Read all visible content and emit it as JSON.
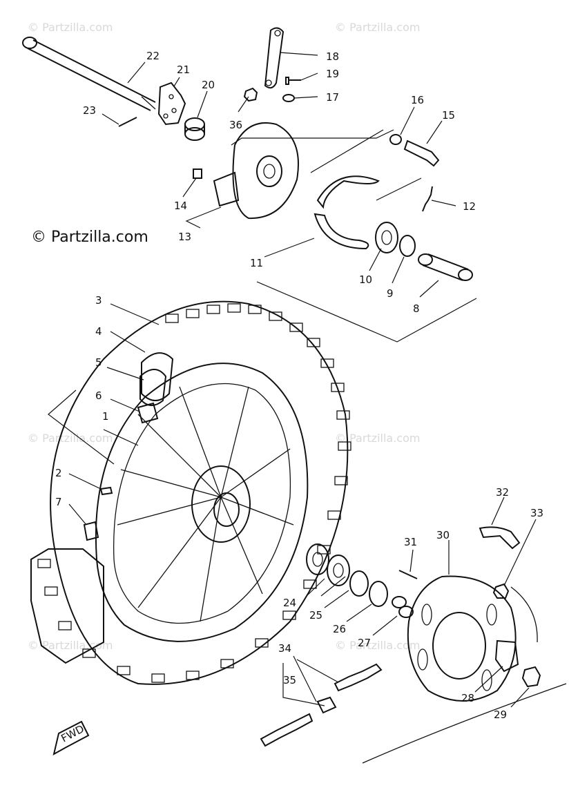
{
  "watermark": {
    "main": "© Partzilla.com",
    "faint": "© Partzilla.com"
  },
  "fwd_label": "FWD",
  "callouts": [
    "1",
    "2",
    "3",
    "4",
    "5",
    "6",
    "7",
    "8",
    "9",
    "10",
    "11",
    "12",
    "13",
    "14",
    "15",
    "16",
    "17",
    "18",
    "19",
    "20",
    "21",
    "22",
    "23",
    "24",
    "25",
    "26",
    "27",
    "28",
    "29",
    "30",
    "31",
    "32",
    "33",
    "34",
    "35",
    "36"
  ]
}
